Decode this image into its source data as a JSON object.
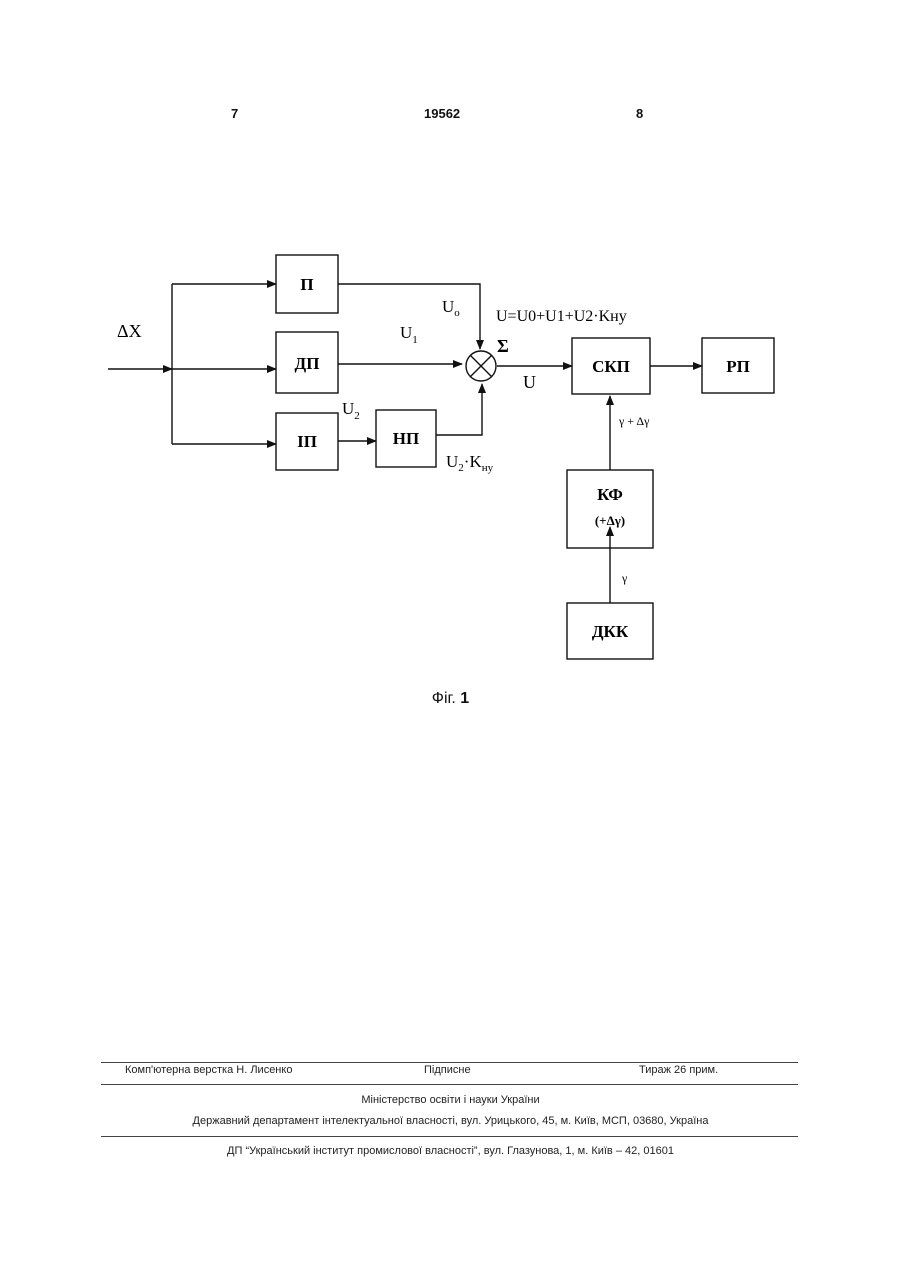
{
  "header": {
    "left_page": "7",
    "patent_number": "19562",
    "right_page": "8"
  },
  "diagram": {
    "blocks": {
      "p": "П",
      "dp": "ДП",
      "ip": "ІП",
      "np": "НП",
      "skp": "СКП",
      "rp": "РП",
      "kf": "КФ",
      "kf_sub": "(+Δγ)",
      "dkk": "ДКК"
    },
    "labels": {
      "input": "ΔX",
      "u0": "U",
      "u0_sub": "o",
      "u1": "U",
      "u1_sub": "1",
      "u2": "U",
      "u2_sub": "2",
      "u2k": "U",
      "u2k_sub": "2",
      "u2k_mid": "·K",
      "u2k_sub2": "ну",
      "sum_symbol": "Σ",
      "output_u": "U",
      "formula": "U=U0+U1+U2·Kну",
      "gamma_dgamma": "γ + Δγ",
      "gamma": "γ"
    }
  },
  "caption": {
    "text": "Фіг.",
    "number": "1"
  },
  "footer": {
    "layout": "Комп'ютерна верстка Н. Лисенко",
    "signed": "Підписне",
    "print_run": "Тираж 26 прим.",
    "ministry": "Міністерство освіти і науки України",
    "department": "Державний департамент інтелектуальної власності, вул. Урицького, 45, м. Київ, МСП, 03680, Україна",
    "institute": "ДП “Український інститут промислової власності”, вул. Глазунова, 1, м. Київ – 42, 01601"
  }
}
